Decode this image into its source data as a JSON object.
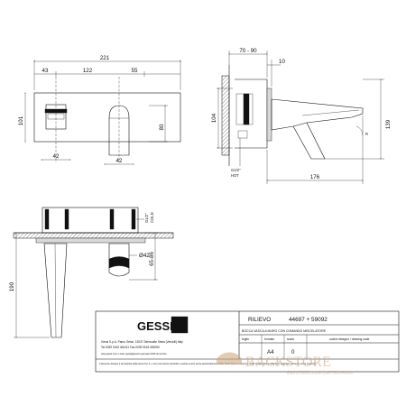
{
  "front_view": {
    "dim_overall_width": "221",
    "dim_left": "43",
    "dim_center": "122",
    "dim_right": "55",
    "dim_height_left": "101",
    "dim_height_right": "80",
    "dim_bottom_left": "42",
    "dim_bottom_right": "42"
  },
  "side_view": {
    "dim_top_range": "70 - 90",
    "dim_top_small": "10",
    "dim_height_104": "104",
    "dim_height_139": "139",
    "dim_depth": "176",
    "thread_label": "G1/2\"",
    "thread_sub": "HOT",
    "angle_label": "R"
  },
  "bottom_view": {
    "thread_label": "G1/2\"",
    "thread_sub": "COLD",
    "dim_diameter": "Ø42",
    "dim_range": "65-86",
    "dim_190": "190"
  },
  "title_block": {
    "brand": "GESSI",
    "company": "Gessi S.p.A. Parco Gessi, 13037 Serravalle Sesia (Vercelli) Italy",
    "phone": "Tel.0039 0163 454111 Fax.0039 0163 459250",
    "web": "www.gessi.com  e-mail: gessi@gessi.it   gennaio 2016   ok tecnico",
    "product_name": "RILIEVO",
    "product_codes": "44697 + 59092",
    "description": "BOCCA VASCA A MURO CON COMANDO MISCELATORE",
    "header_sheet": "foglio",
    "header_format": "formato",
    "header_scale": "scala",
    "header_code": "codice disegno / drawing code",
    "format": "A4",
    "scale": "0",
    "disclaimer": "Il presente disegno è di proprietà della Gessi S.p.A. e non può essere riprodotto o ceduto a terzi senza autorizzazione scritta. Gessi S.p.A. si riserva il diritto di apportare modifiche in qualsiasi momento senza preavviso."
  },
  "watermark": {
    "brand": "BACKSTORE",
    "tagline": "ЕВРОПЕЙСКАЯ САНТЕХНИКА"
  },
  "colors": {
    "ink": "#111111",
    "hatch": "#111111",
    "watermark": "#c9a27a"
  }
}
